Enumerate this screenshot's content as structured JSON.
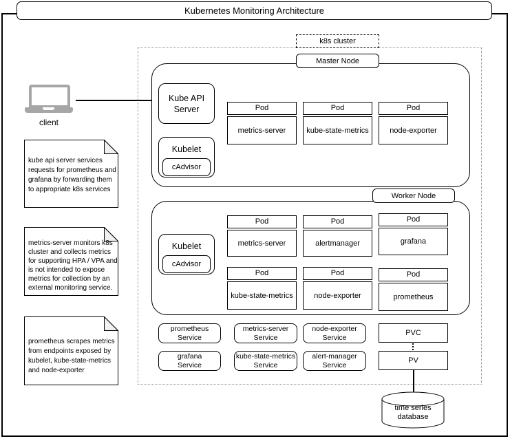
{
  "title": "Kubernetes Monitoring Architecture",
  "client": {
    "label": "client"
  },
  "notes": [
    {
      "text": "kube api server services\nrequests for prometheus and\ngrafana by forwarding them\nto appropriate k8s services"
    },
    {
      "text": "metrics-server monitors k8s\ncluster and collects metrics\nfor supporting HPA / VPA and\nis not intended to expose\nmetrics for collection by an\nexternal monitoring service."
    },
    {
      "text": "prometheus scrapes metrics\nfrom endpoints exposed by\nkubelet, kube-state-metrics\nand node-exporter"
    }
  ],
  "cluster": {
    "label": "k8s cluster",
    "master": {
      "label": "Master Node",
      "kube_api_server": "Kube API\nServer",
      "kubelet": "Kubelet",
      "cadvisor": "cAdvisor",
      "pods": [
        {
          "header": "Pod",
          "name": "metrics-server"
        },
        {
          "header": "Pod",
          "name": "kube-state-metrics"
        },
        {
          "header": "Pod",
          "name": "node-exporter"
        }
      ]
    },
    "worker": {
      "label": "Worker Node",
      "kubelet": "Kubelet",
      "cadvisor": "cAdvisor",
      "pods": [
        {
          "header": "Pod",
          "name": "metrics-server"
        },
        {
          "header": "Pod",
          "name": "alertmanager"
        },
        {
          "header": "Pod",
          "name": "grafana"
        },
        {
          "header": "Pod",
          "name": "kube-state-metrics"
        },
        {
          "header": "Pod",
          "name": "node-exporter"
        },
        {
          "header": "Pod",
          "name": "prometheus"
        }
      ]
    },
    "services": [
      {
        "label": "prometheus\nService"
      },
      {
        "label": "metrics-server\nService"
      },
      {
        "label": "node-exporter\nService"
      },
      {
        "label": "grafana\nService"
      },
      {
        "label": "kube-state-metrics\nService"
      },
      {
        "label": "alert-manager\nService"
      }
    ],
    "pvc": "PVC",
    "pv": "PV"
  },
  "database": {
    "label": "time series\ndatabase"
  }
}
